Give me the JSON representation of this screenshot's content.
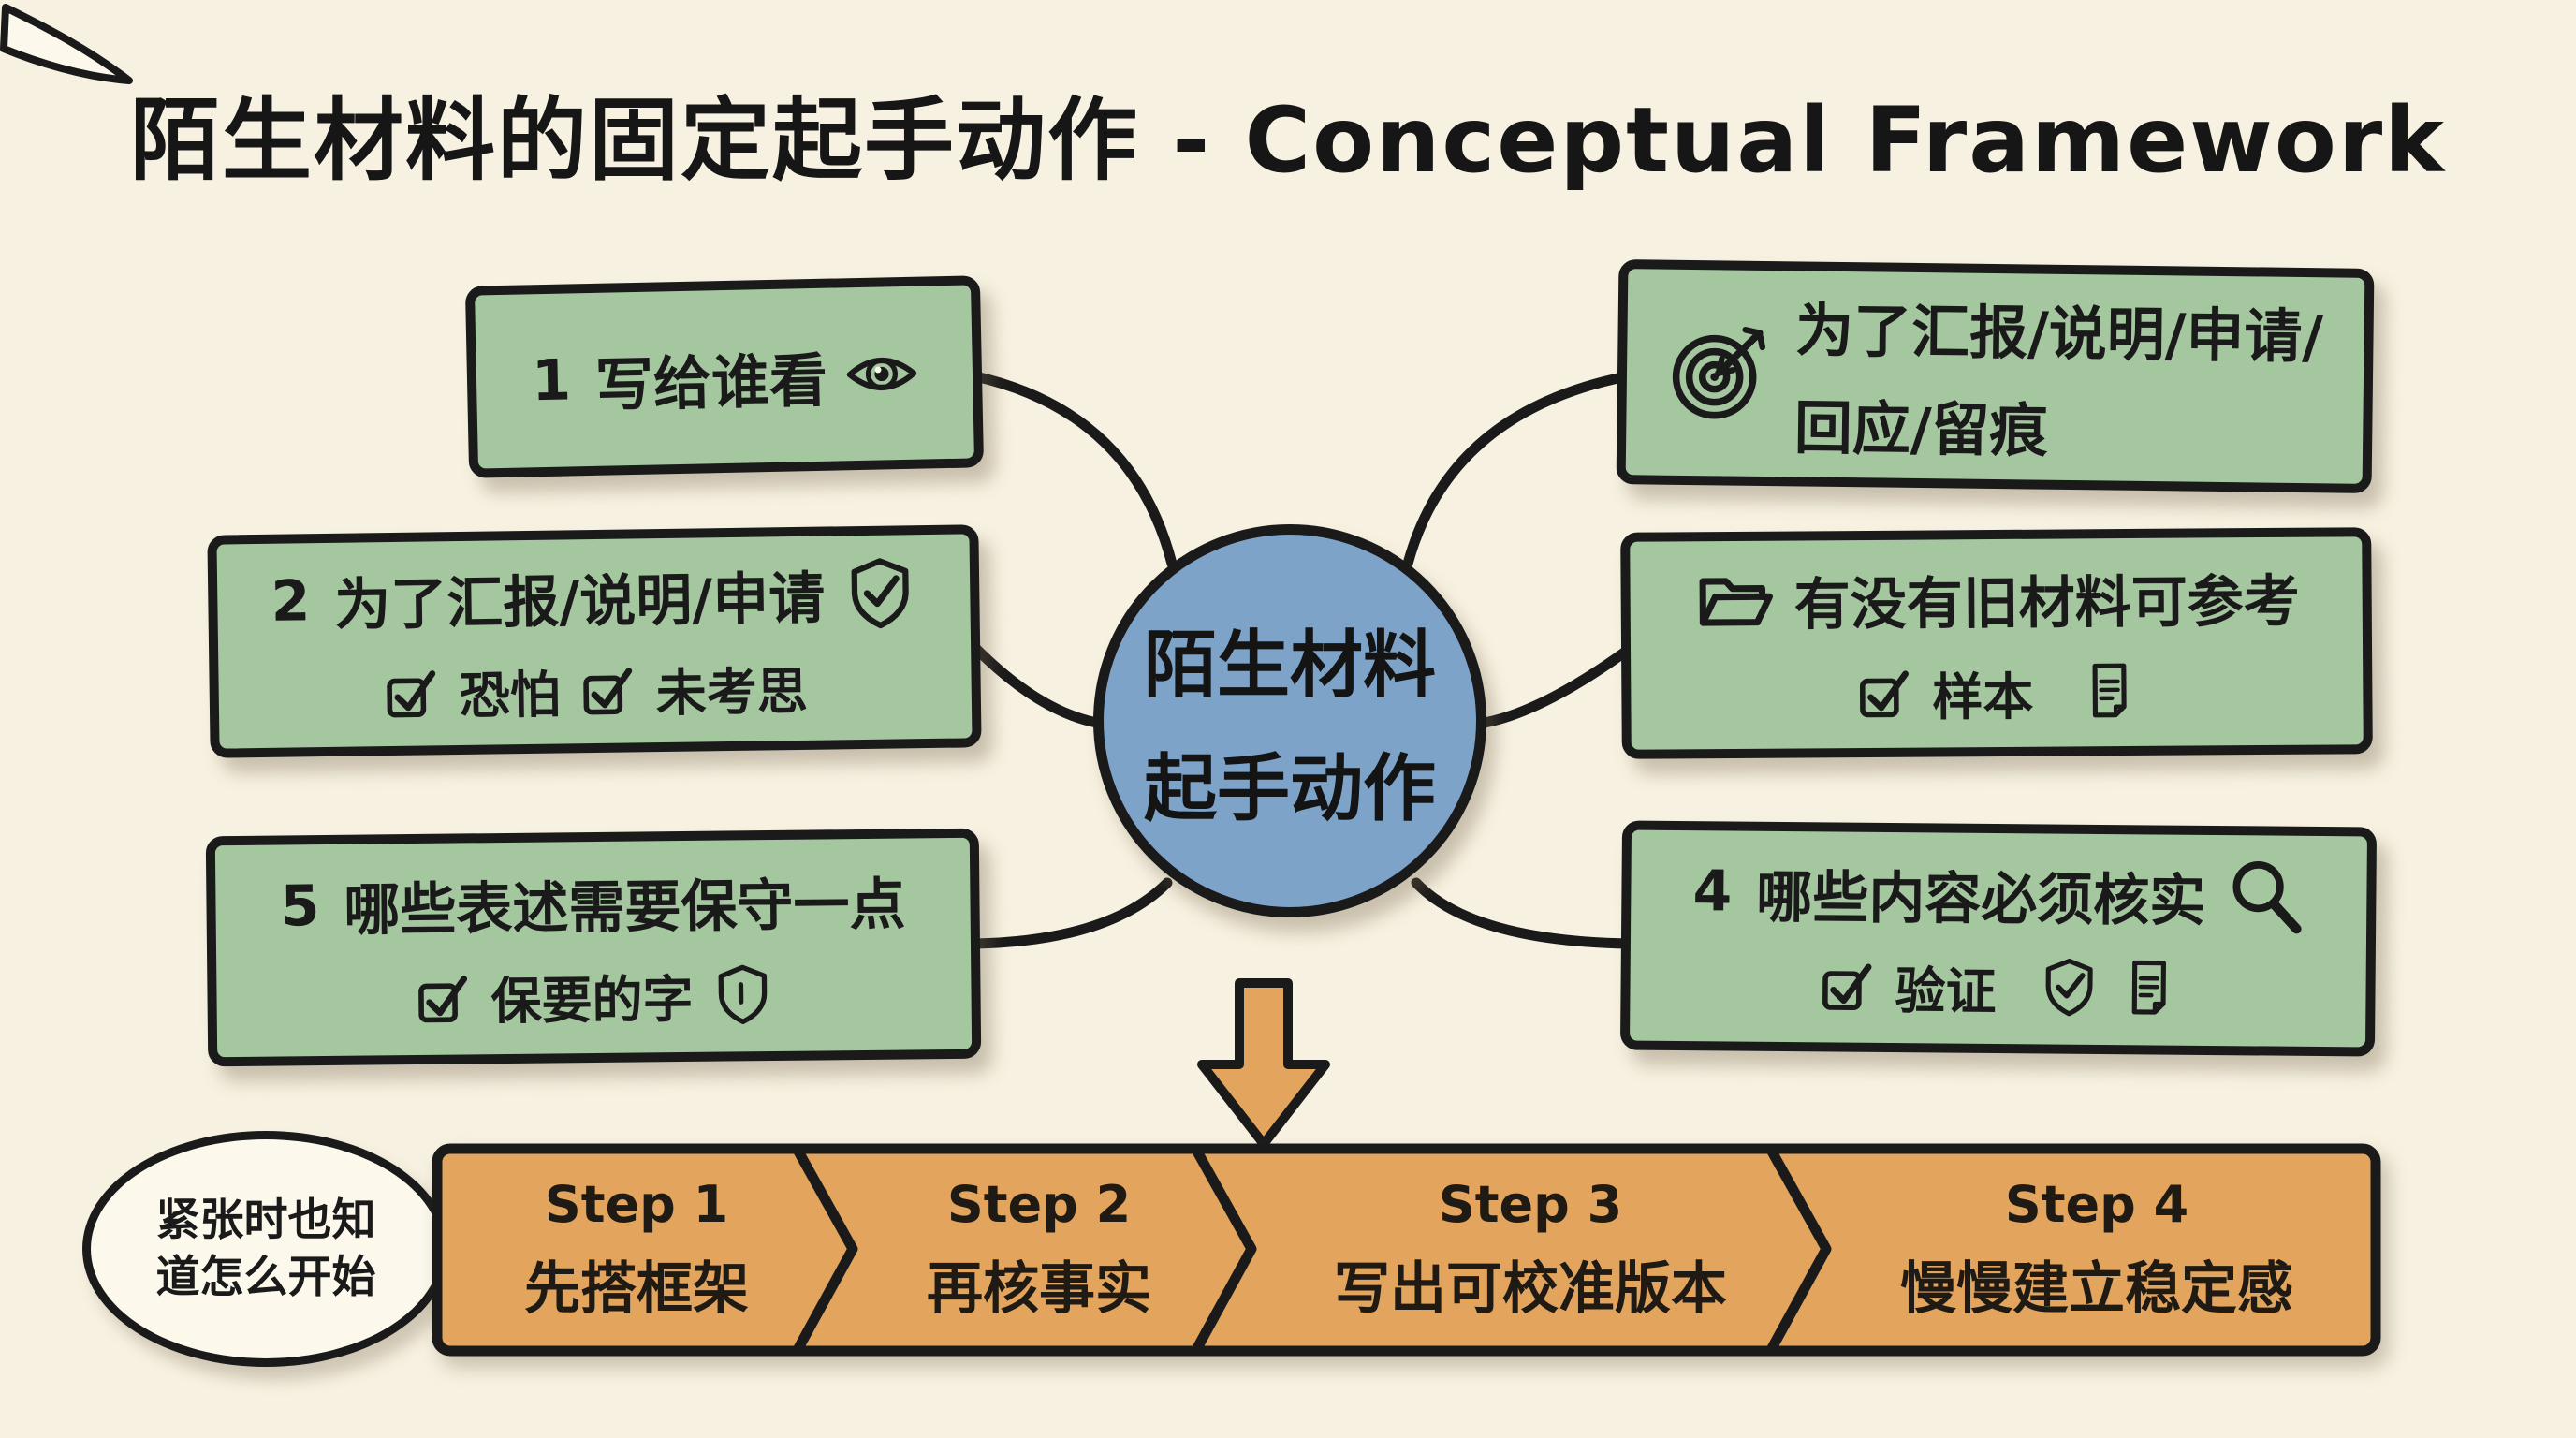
{
  "title": "陌生材料的固定起手动作 - Conceptual Framework",
  "center_node": {
    "line1": "陌生材料",
    "line2": "起手动作"
  },
  "boxes": {
    "top_left": {
      "number": "1",
      "label": "写给谁看",
      "icon": "eye-icon"
    },
    "mid_left": {
      "number": "2",
      "label": "为了汇报/说明/申请",
      "icon": "shield-check-icon",
      "check1": "恐怕",
      "check2": "未考思"
    },
    "bottom_left": {
      "number": "5",
      "label": "哪些表述需要保守一点",
      "check1": "保要的字",
      "icon": "shield-icon"
    },
    "top_right": {
      "icon": "target-icon",
      "line1": "为了汇报/说明/申请/",
      "line2": "回应/留痕"
    },
    "mid_right": {
      "icon": "folder-icon",
      "line1": "有没有旧材料可参考",
      "check1": "样本",
      "icon2": "document-icon"
    },
    "bottom_right": {
      "number": "4",
      "line1": "哪些内容必须核实",
      "icon": "magnifier-icon",
      "check1": "验证",
      "icon2": "shield-check-icon",
      "icon3": "document-icon"
    }
  },
  "speech_bubble": {
    "line1": "紧张时也知",
    "line2": "道怎么开始"
  },
  "steps": [
    {
      "label": "Step 1",
      "text": "先搭框架"
    },
    {
      "label": "Step 2",
      "text": "再核事实"
    },
    {
      "label": "Step 3",
      "text": "写出可校准版本"
    },
    {
      "label": "Step 4",
      "text": "慢慢建立稳定感"
    }
  ],
  "colors": {
    "background": "#f7f1e1",
    "box_green": "#a5c7a0",
    "circle_blue": "#7da3c8",
    "accent_orange": "#e3a55e",
    "ink": "#1a1a1a",
    "bubble_fill": "#fcf8ec"
  }
}
